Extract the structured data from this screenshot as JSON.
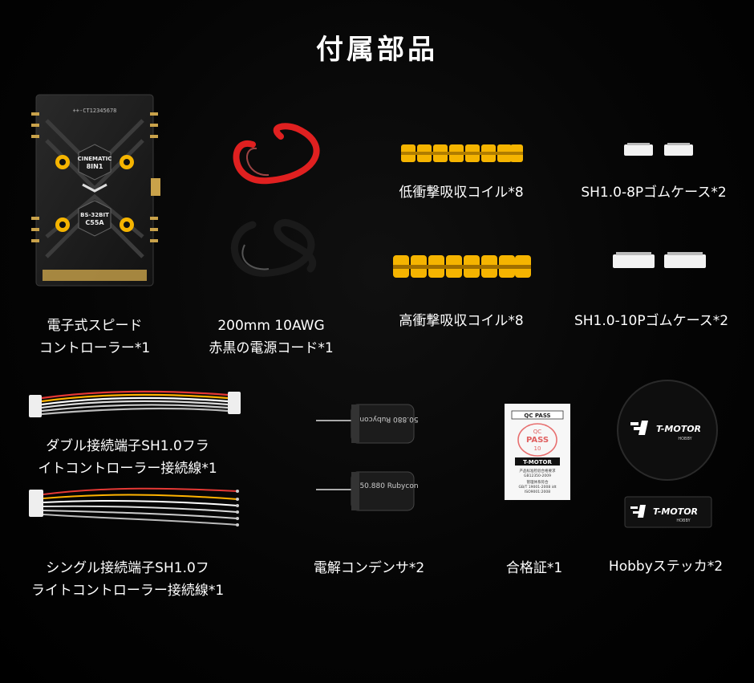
{
  "page": {
    "title": "付属部品"
  },
  "items": [
    {
      "lines": [
        "電子式スピード",
        "コントローラー*1"
      ]
    },
    {
      "lines": [
        "200mm 10AWG",
        "赤黒の電源コード*1"
      ]
    },
    {
      "lines": [
        "低衝撃吸収コイル*8"
      ]
    },
    {
      "lines": [
        "SH1.0-8Pゴムケース*2"
      ]
    },
    {
      "lines": [
        "高衝撃吸収コイル*8"
      ]
    },
    {
      "lines": [
        "SH1.0-10Pゴムケース*2"
      ]
    },
    {
      "lines": [
        "ダブル接続端子SH1.0フラ",
        "イトコントローラー接続線*1"
      ]
    },
    {
      "lines": [
        "シングル接続端子SH1.0フ",
        "ライトコントローラー接続線*1"
      ]
    },
    {
      "lines": [
        "電解コンデンサ*2"
      ]
    },
    {
      "lines": [
        "合格証*1"
      ]
    },
    {
      "lines": [
        "Hobbyステッカ*2"
      ]
    }
  ],
  "artwork": {
    "esc_serial": "++-CT12345678",
    "esc_logo": [
      "CINEMATIC",
      "8IN1"
    ],
    "esc_chip": [
      "BS-32BIT",
      "C55A"
    ],
    "capacitor_print": "50.880 Rubycon",
    "qc_card": {
      "header": "QC PASS",
      "stamp": [
        "QC",
        "PASS",
        "10"
      ],
      "brand": "T-MOTOR",
      "lines": [
        "产品标准检验合格要求",
        "GB12350-2009",
        "管理体系符合",
        "GB/T 19001-2008 idt",
        "ISO9001:2008"
      ]
    },
    "sticker_brand": "T-MOTOR",
    "sticker_sub": "HOBBY"
  },
  "colors": {
    "background": "#000000",
    "text": "#ffffff",
    "accent_yellow": "#f5b400",
    "wire_red": "#e02020"
  }
}
